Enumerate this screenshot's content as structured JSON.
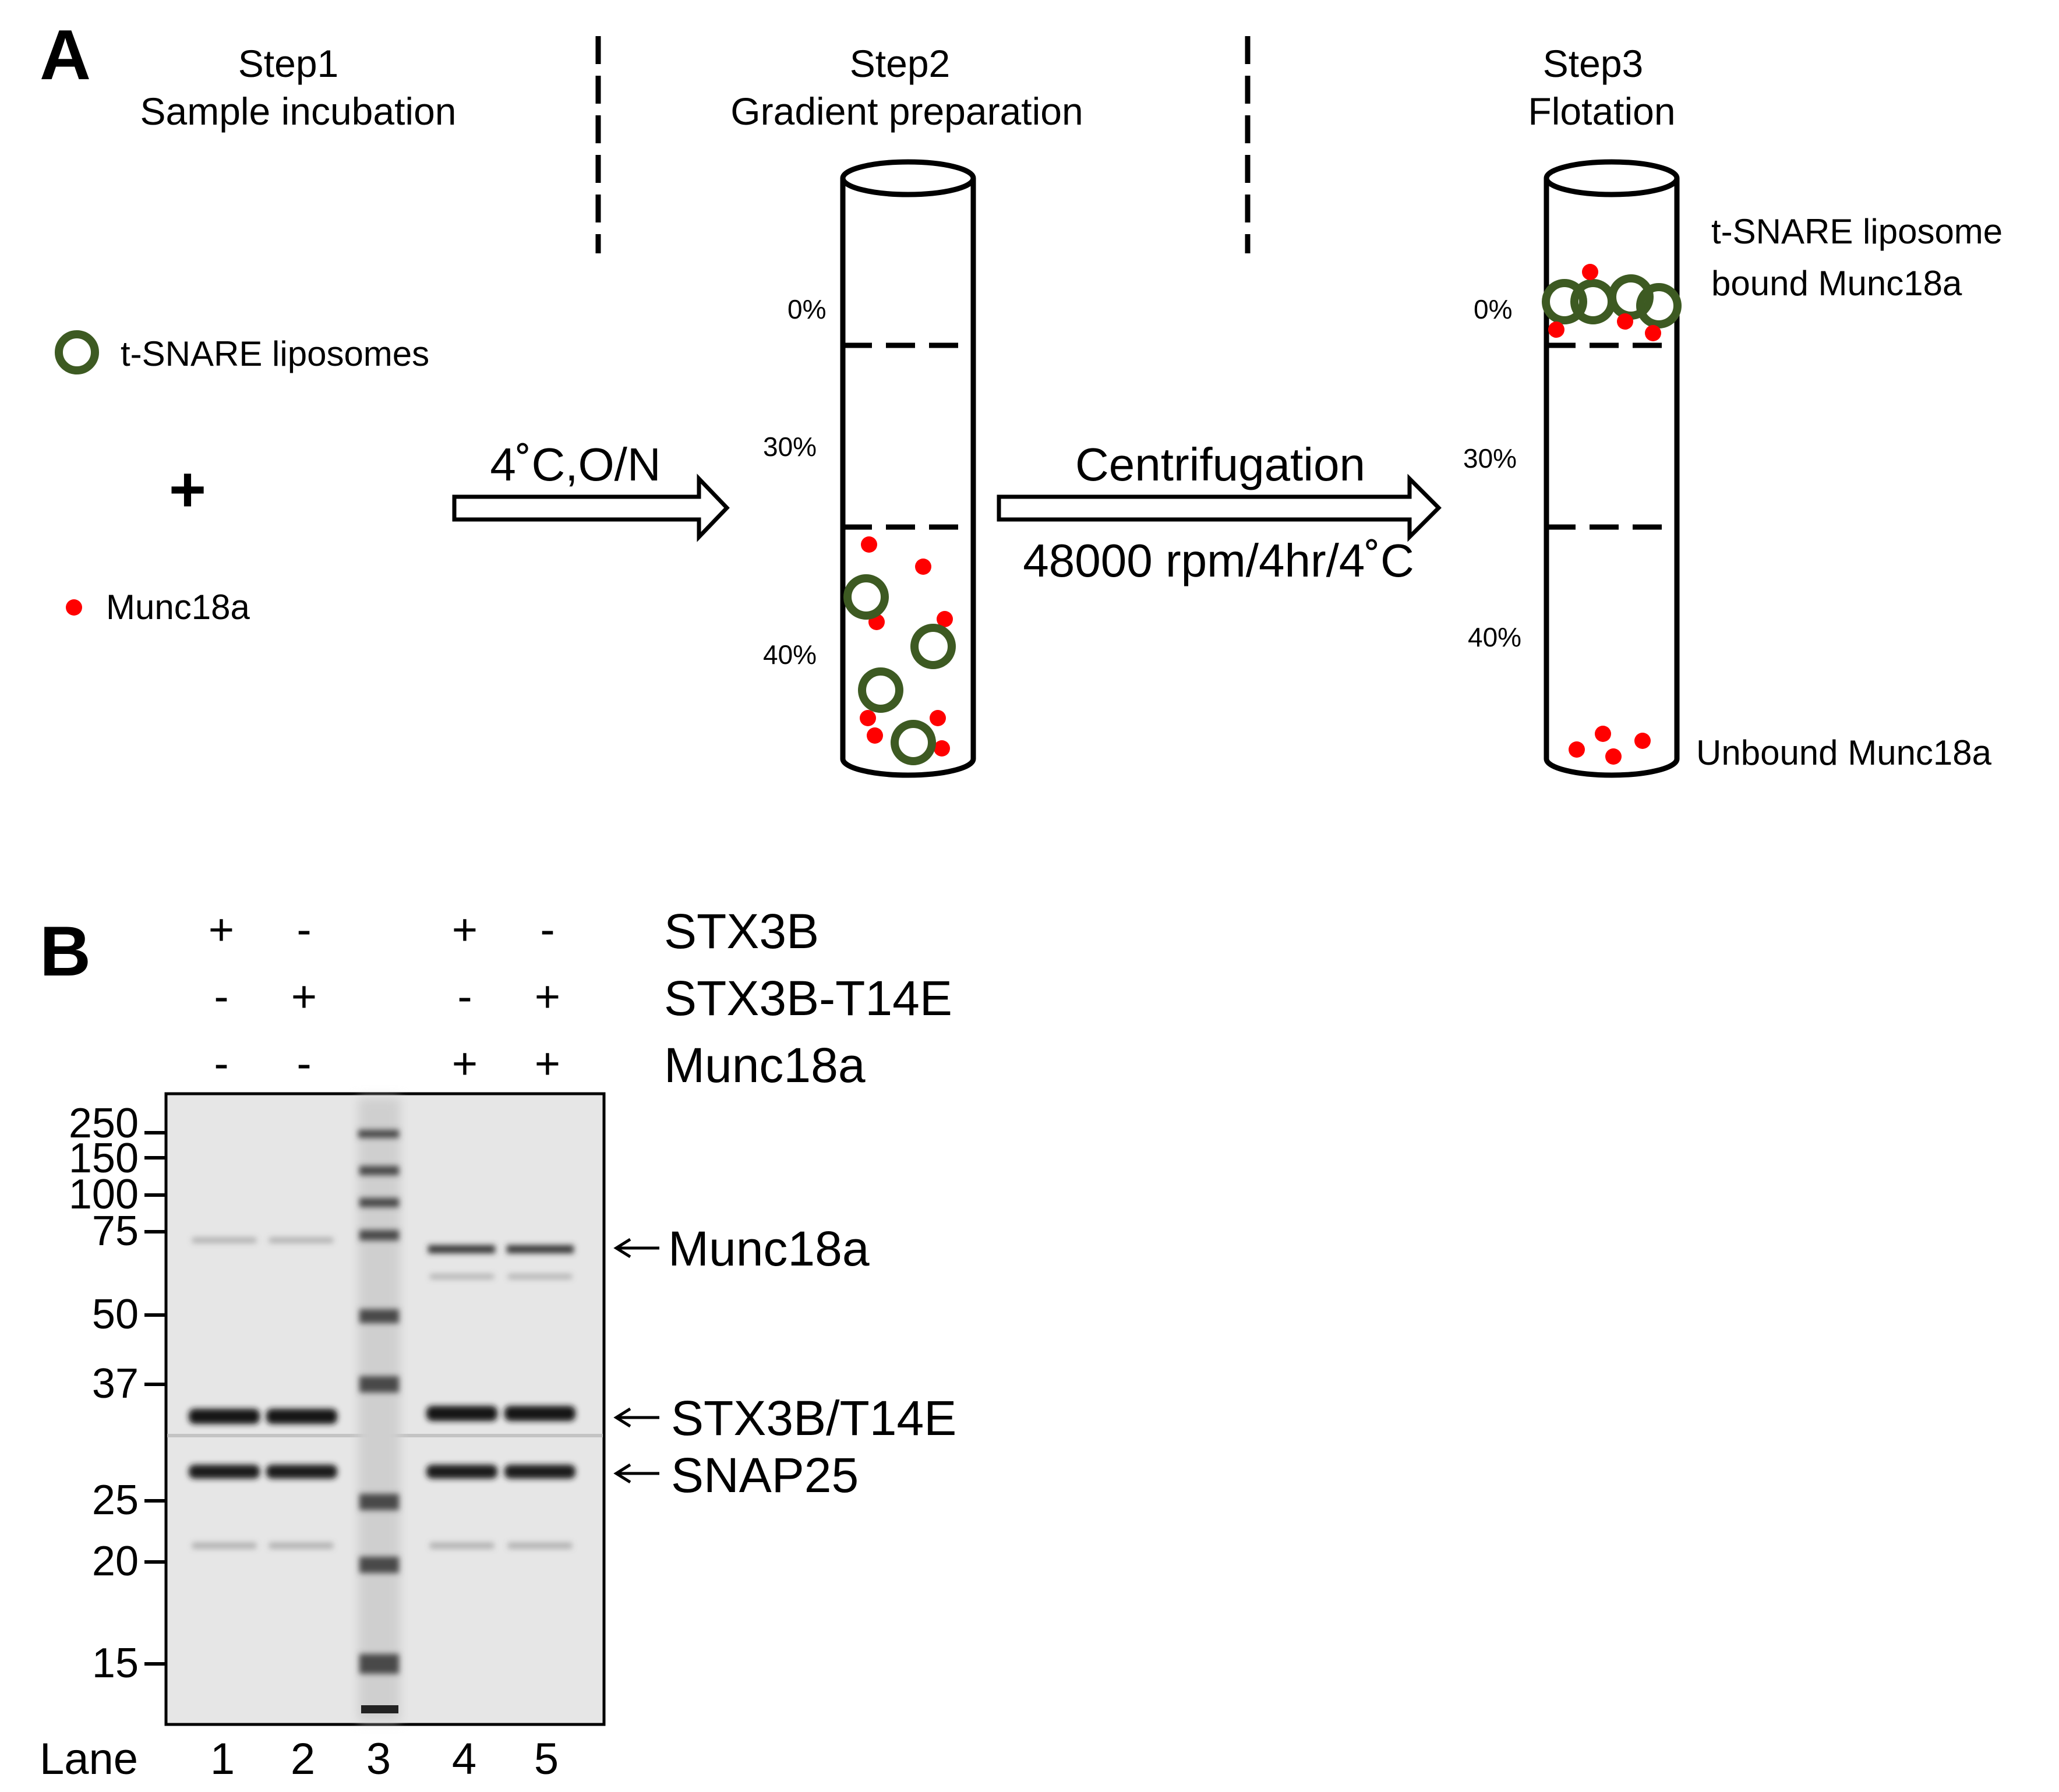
{
  "panel_a": {
    "label": "A",
    "steps": [
      {
        "title": "Step1",
        "subtitle": "Sample incubation"
      },
      {
        "title": "Step2",
        "subtitle": "Gradient preparation"
      },
      {
        "title": "Step3",
        "subtitle": "Flotation"
      }
    ],
    "legend": {
      "liposome": "t-SNARE liposomes",
      "plus": "+",
      "munc": "Munc18a"
    },
    "arrow1": {
      "label": "4˚C,O/N"
    },
    "arrow2": {
      "label_top": "Centrifugation",
      "label_bottom": "48000 rpm/4hr/4˚C"
    },
    "tube2": {
      "pcts": [
        "0%",
        "30%",
        "40%"
      ]
    },
    "tube3": {
      "pcts": [
        "0%",
        "30%",
        "40%"
      ],
      "bound_label_1": "t-SNARE liposome",
      "bound_label_2": "bound Munc18a",
      "unbound_label": "Unbound Munc18a"
    },
    "colors": {
      "liposome": "#3d5a22",
      "munc": "#ff0000"
    }
  },
  "panel_b": {
    "label": "B",
    "conditions": [
      {
        "name": "STX3B",
        "signs": [
          "+",
          "-",
          "",
          "+",
          "-"
        ]
      },
      {
        "name": "STX3B-T14E",
        "signs": [
          "-",
          "+",
          "",
          "-",
          "+"
        ]
      },
      {
        "name": "Munc18a",
        "signs": [
          "-",
          "-",
          "",
          "+",
          "+"
        ]
      }
    ],
    "mw_markers": [
      "250",
      "150",
      "100",
      "75",
      "50",
      "37",
      "25",
      "20",
      "15"
    ],
    "band_labels": [
      "Munc18a",
      "STX3B/T14E",
      "SNAP25"
    ],
    "lane_title": "Lane",
    "lanes": [
      "1",
      "2",
      "3",
      "4",
      "5"
    ]
  }
}
